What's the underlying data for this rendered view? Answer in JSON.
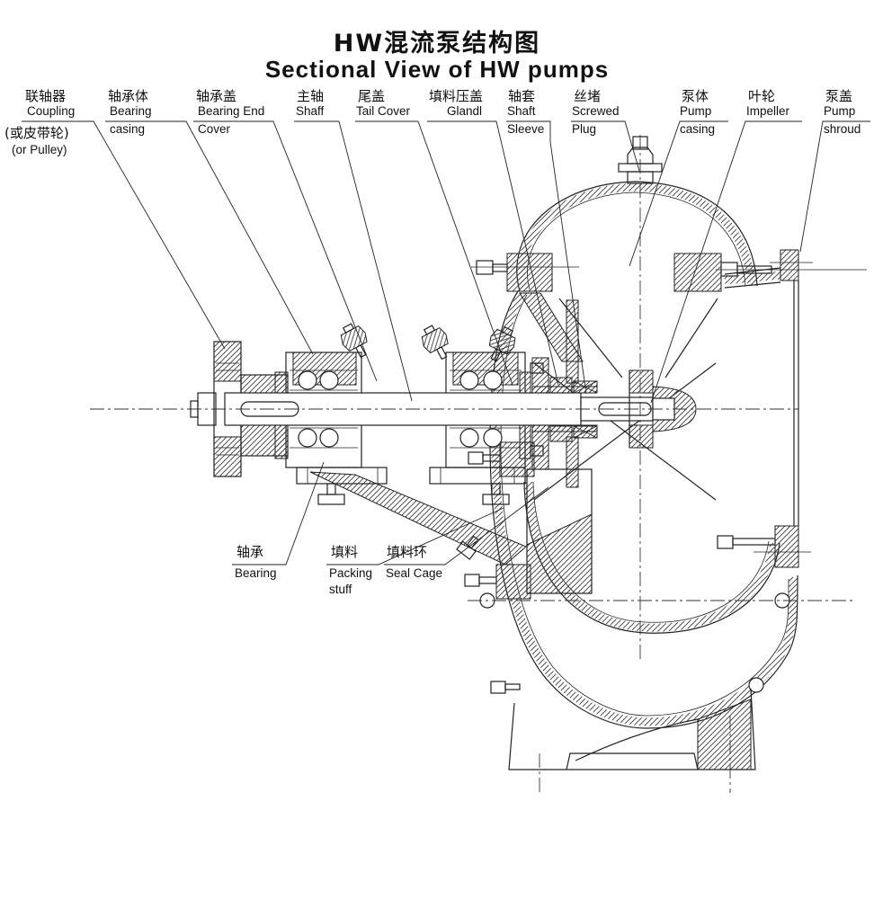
{
  "title": {
    "zh": "HW混流泵结构图",
    "en": "Sectional View of HW pumps"
  },
  "labels": {
    "coupling": {
      "zh": "联轴器",
      "en1": "Coupling",
      "zh2": "(或皮带轮)",
      "en2": "(or Pulley)"
    },
    "bearing_casing": {
      "zh": "轴承体",
      "en1": "Bearing",
      "en2": "casing"
    },
    "bearing_end_cover": {
      "zh": "轴承盖",
      "en1": "Bearing End",
      "en2": "Cover"
    },
    "main_shaft": {
      "zh": "主轴",
      "en1": "Shaff"
    },
    "tail_cover": {
      "zh": "尾盖",
      "en1": "Tail Cover"
    },
    "gland": {
      "zh": "填料压盖",
      "en1": "Glandl"
    },
    "shaft_sleeve": {
      "zh": "轴套",
      "en1": "Shaft",
      "en2": "Sleeve"
    },
    "screwed_plug": {
      "zh": "丝堵",
      "en1": "Screwed",
      "en2": "Plug"
    },
    "pump_casing": {
      "zh": "泵体",
      "en1": "Pump",
      "en2": "casing"
    },
    "impeller": {
      "zh": "叶轮",
      "en1": "Impeller"
    },
    "pump_shroud": {
      "zh": "泵盖",
      "en1": "Pump",
      "en2": "shroud"
    },
    "bearing": {
      "zh": "轴承",
      "en1": "Bearing"
    },
    "packing": {
      "zh": "填料",
      "en1": "Packing",
      "en2": "stuff"
    },
    "seal_cage": {
      "zh": "填料环",
      "en1": "Seal Cage"
    }
  },
  "colors": {
    "line": "#222222",
    "background": "#ffffff"
  }
}
